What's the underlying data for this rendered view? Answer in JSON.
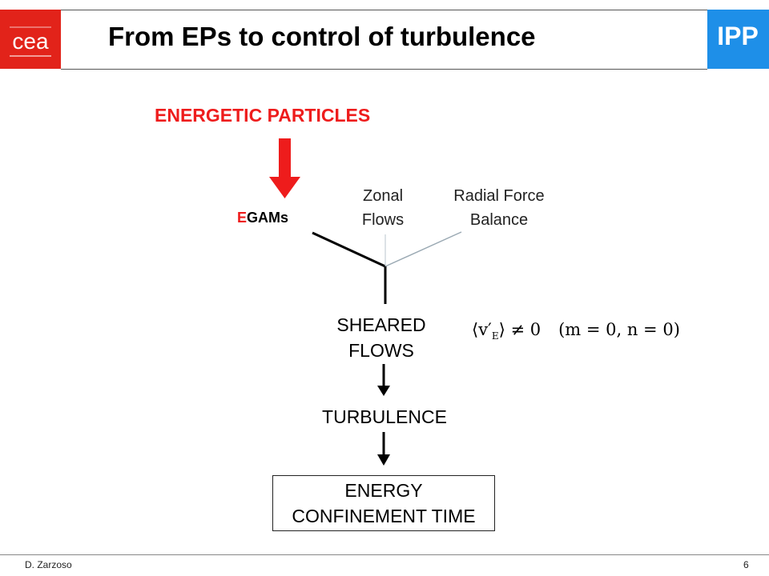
{
  "header": {
    "title": "From EPs to control of turbulence",
    "left_logo": {
      "icon": "cea-logo",
      "text": "cea",
      "color": "#e2231a"
    },
    "right_logo": {
      "icon": "ipp-logo",
      "text": "IPP",
      "color": "#1e8fe8"
    }
  },
  "diagram": {
    "energetic_particles": "ENERGETIC PARTICLES",
    "egams_prefix": "E",
    "egams_suffix": "GAMs",
    "zonal_flows_line1": "Zonal",
    "zonal_flows_line2": "Flows",
    "radial_force_line1": "Radial Force",
    "radial_force_line2": "Balance",
    "sheared_line1": "SHEARED",
    "sheared_line2": "FLOWS",
    "turbulence": "TURBULENCE",
    "confinement_line1": "ENERGY",
    "confinement_line2": "CONFINEMENT TIME",
    "equation_left": "⟨v′",
    "equation_sub": "E",
    "equation_mid": "⟩ ≠ 0",
    "equation_right": "(m = 0, n = 0)",
    "accent_color": "#ee1c1c"
  },
  "footer": {
    "author": "D. Zarzoso",
    "page_number": "6"
  }
}
